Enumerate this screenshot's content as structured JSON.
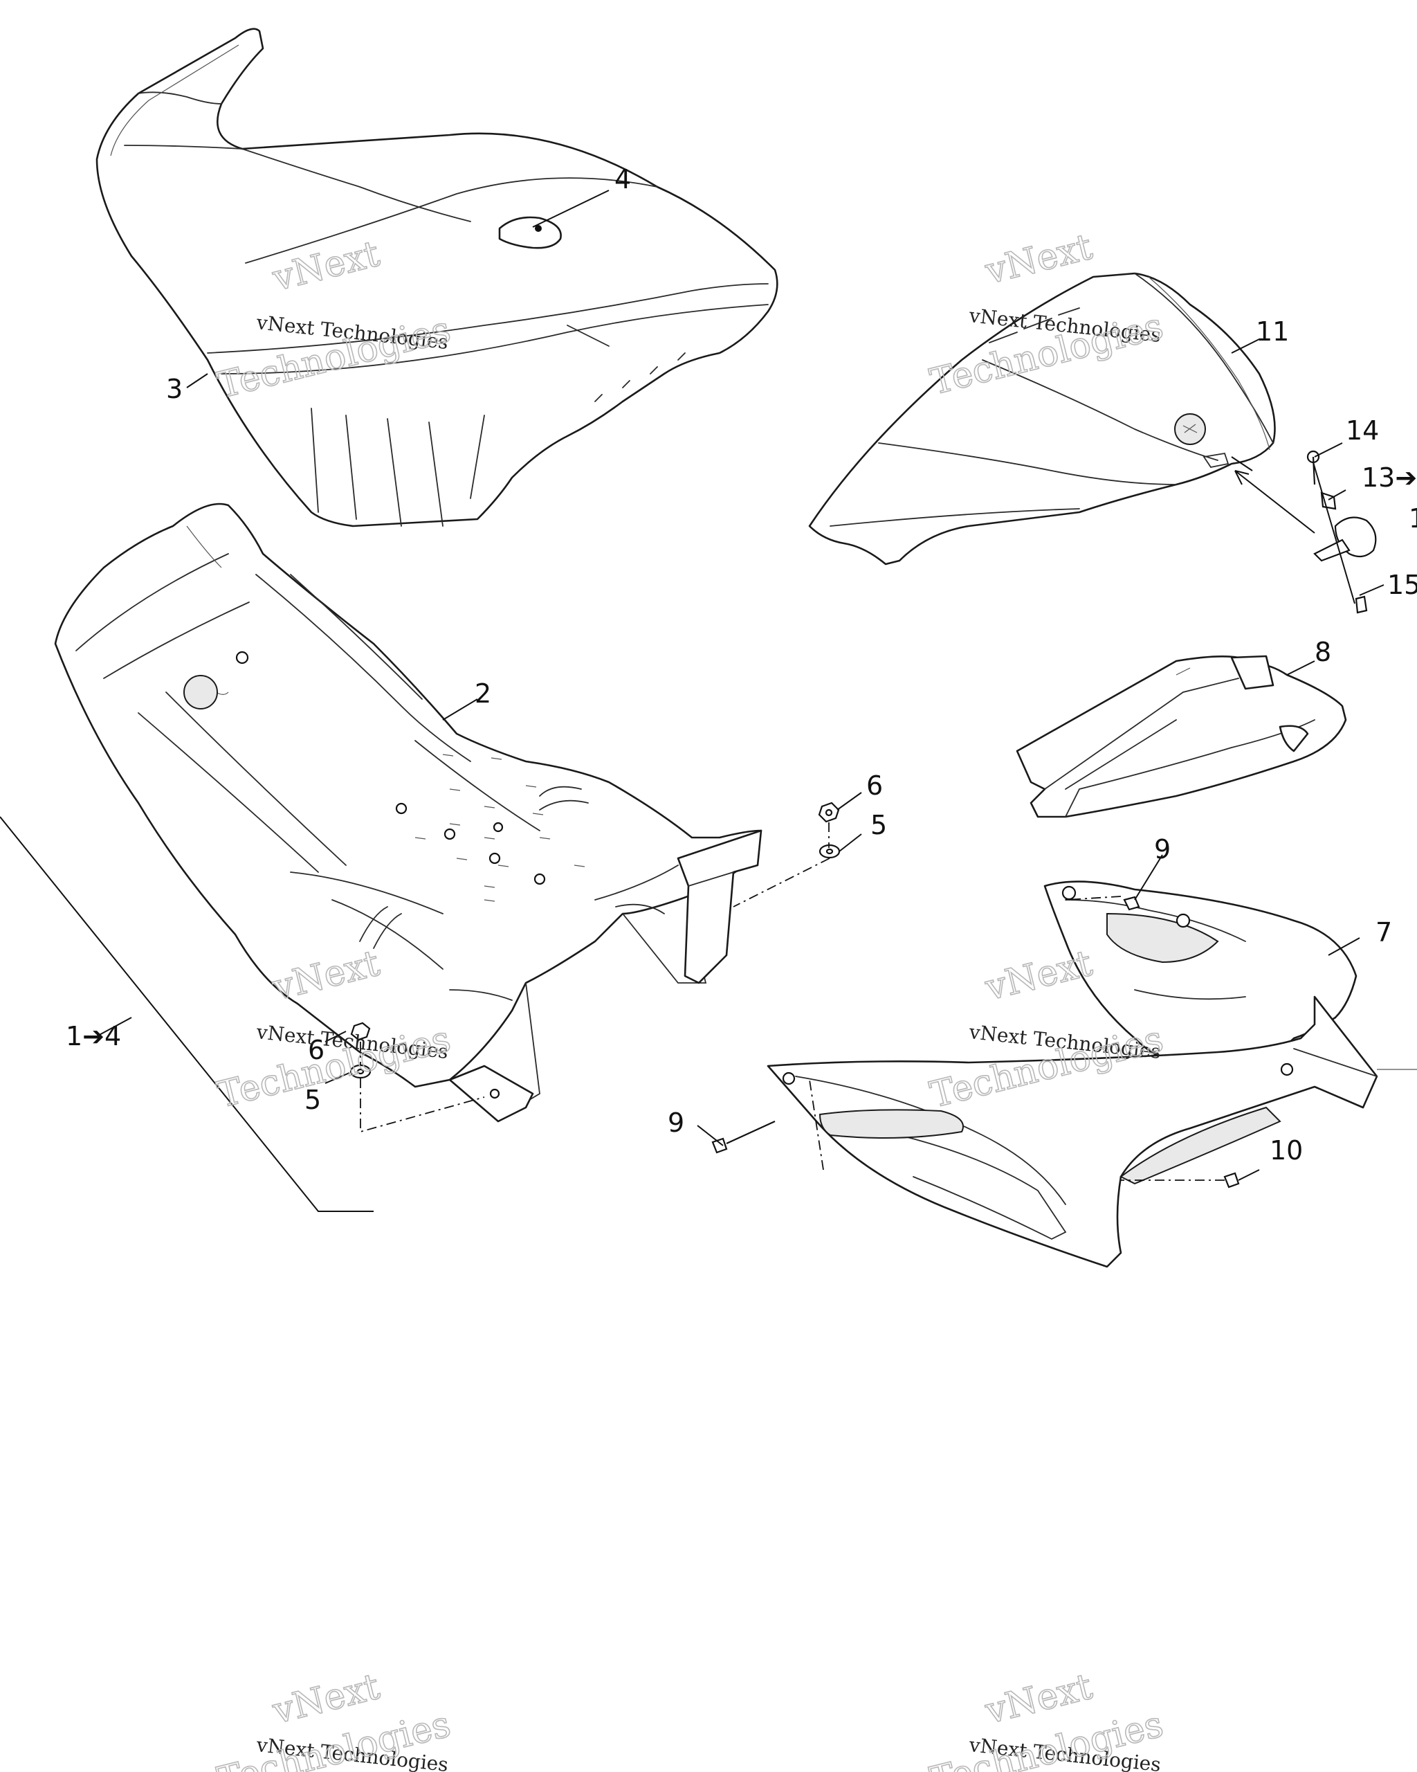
{
  "callouts": {
    "c1to4": "1➔4",
    "c2": "2",
    "c3": "3",
    "c4": "4",
    "c5a": "5",
    "c5b": "5",
    "c6a": "6",
    "c6b": "6",
    "c7": "7",
    "c8": "8",
    "c9a": "9",
    "c9b": "9",
    "c10": "10",
    "c11": "11",
    "c12": "1",
    "c13": "13➔",
    "c14": "14",
    "c15": "15"
  },
  "watermarks": [
    {
      "line1": "vNext Technologies",
      "line2": "vNext",
      "line3": "Technologies"
    },
    {
      "line1": "vNext Technologies",
      "line2": "vNext",
      "line3": "Technologies"
    },
    {
      "line1": "vNext Technologies",
      "line2": "vNext",
      "line3": "Technologies"
    },
    {
      "line1": "vNext Technologies",
      "line2": "vNext",
      "line3": "Technologies"
    },
    {
      "line1": "vNext Technologies",
      "line2": "vNext",
      "line3": "Technologies"
    },
    {
      "line1": "vNext Technologies",
      "line2": "vNext",
      "line3": "Technologies"
    }
  ]
}
